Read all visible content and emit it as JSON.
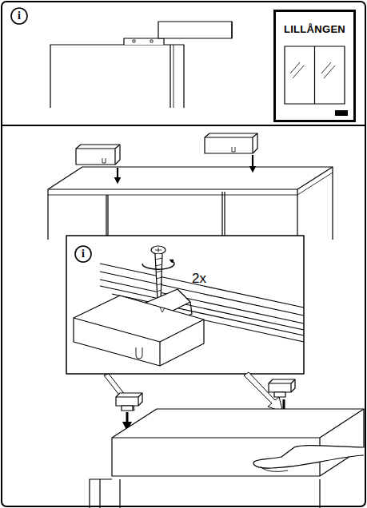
{
  "diagram": {
    "nodes": [
      {
        "text": [
          "LILLÅNGEN"
        ]
      }
    ],
    "labels": [
      "i",
      "i",
      "2x"
    ]
  }
}
